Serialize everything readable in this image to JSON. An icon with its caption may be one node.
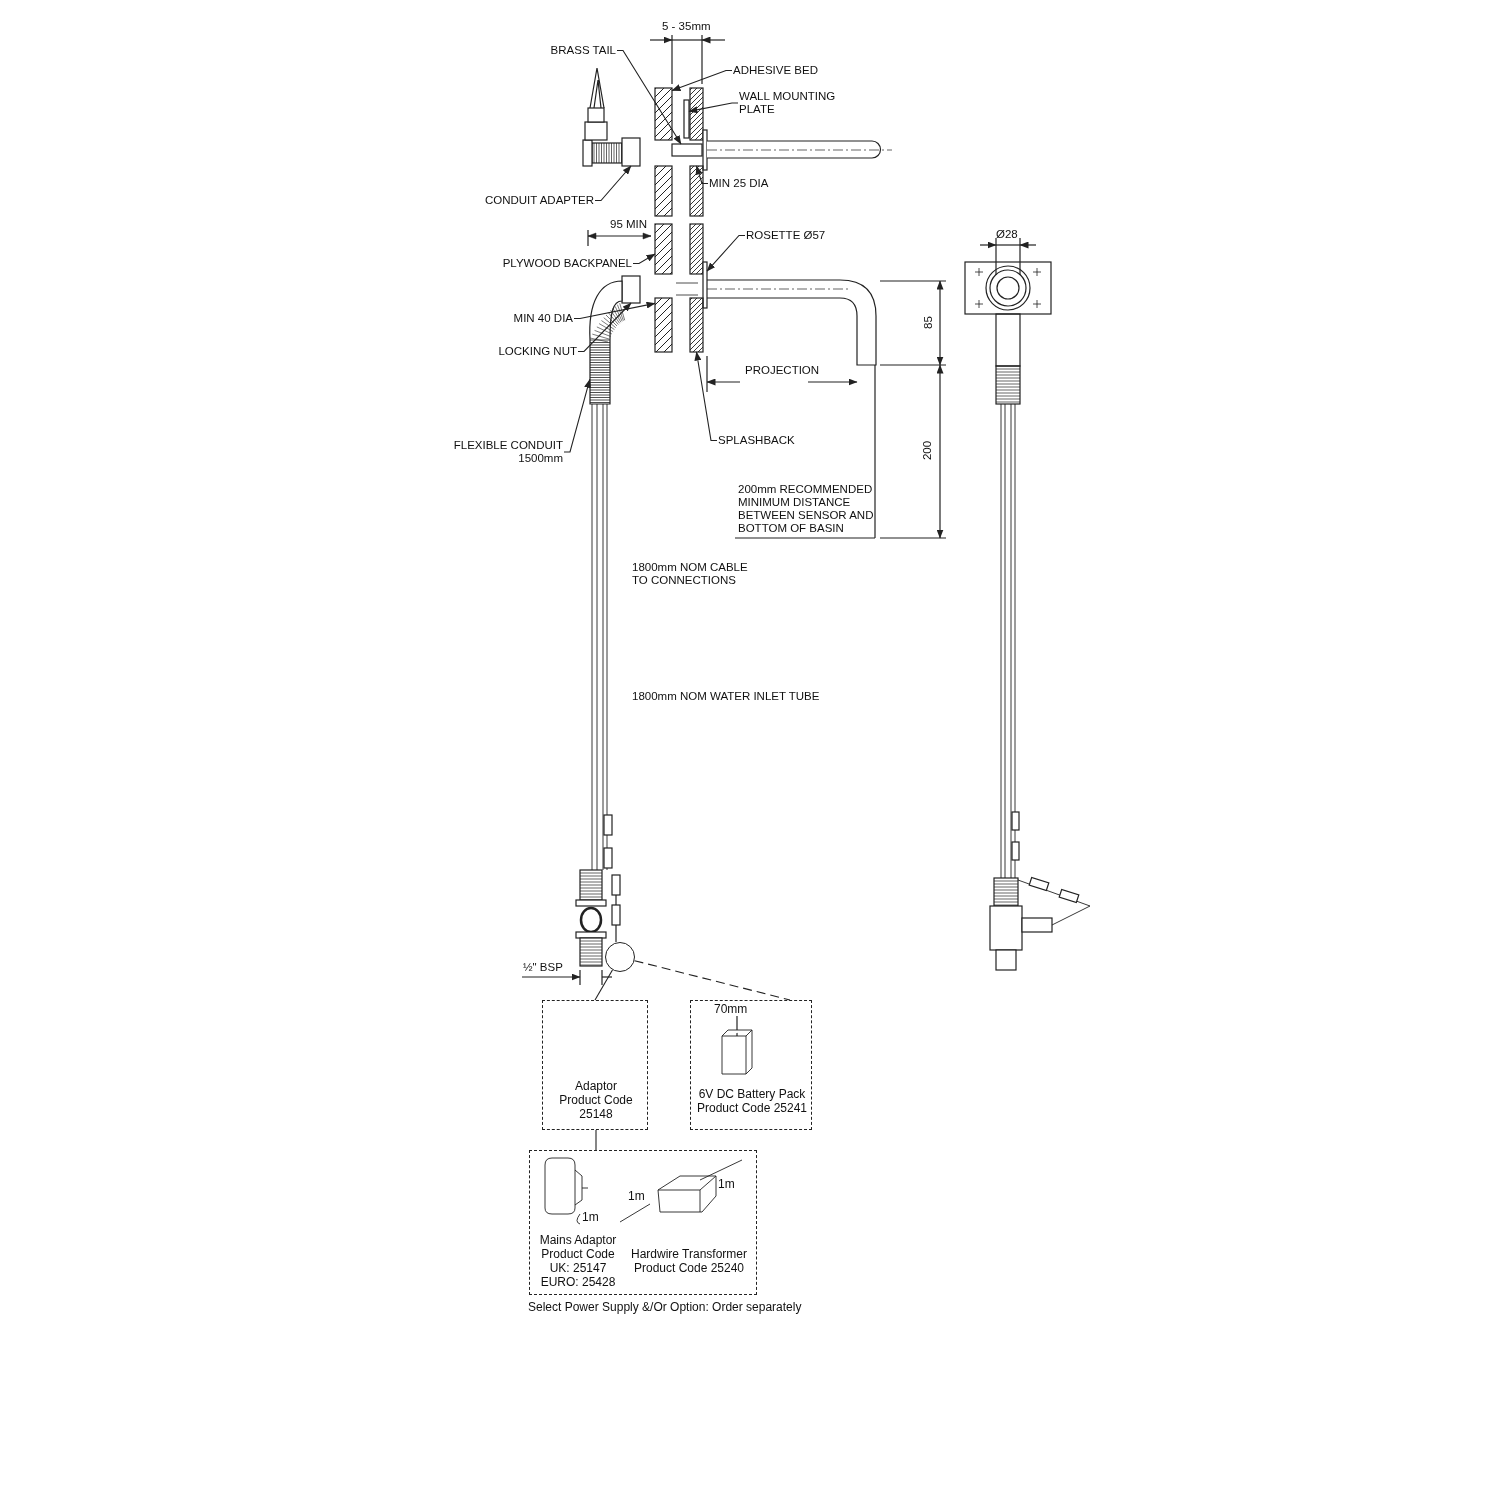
{
  "diagram": {
    "caption": "Select Power Supply &/Or Option: Order separately",
    "nodes": [
      {
        "text": [
          "BRASS TAIL"
        ]
      },
      {
        "text": [
          "ADHESIVE BED"
        ]
      },
      {
        "text": [
          "WALL MOUNTING PLATE"
        ]
      },
      {
        "text": [
          "CONDUIT ADAPTER"
        ]
      },
      {
        "text": [
          "MIN 25 DIA"
        ]
      },
      {
        "text": [
          "ROSETTE Ø57"
        ]
      },
      {
        "text": [
          "PLYWOOD BACKPANEL"
        ]
      },
      {
        "text": [
          "MIN 40 DIA"
        ]
      },
      {
        "text": [
          "LOCKING NUT"
        ]
      },
      {
        "text": [
          "FLEXIBLE CONDUIT 1500mm"
        ]
      },
      {
        "text": [
          "SPLASHBACK"
        ]
      },
      {
        "text": [],
        "shape": "circle"
      },
      {
        "text": [
          "Adaptor Product Code 25148"
        ]
      },
      {
        "text": [
          "6V DC Battery Pack Product Code 25241"
        ]
      },
      {
        "text": [
          "Mains Adaptor Product Code UK: 25147 EURO: 25428",
          "Hardwire Transformer Product Code 25240"
        ]
      },
      {
        "text": [],
        "shape": "bar"
      },
      {
        "text": [],
        "shape": "box"
      },
      {
        "text": [],
        "shape": "bar"
      },
      {
        "text": [],
        "shape": "box"
      },
      {
        "text": [],
        "shape": "box"
      },
      {
        "text": [],
        "shape": "bar"
      },
      {
        "text": [],
        "shape": "box"
      },
      {
        "text": [],
        "shape": "box"
      },
      {
        "text": [],
        "shape": "box"
      },
      {
        "text": [],
        "shape": "cylinder"
      },
      {
        "text": [],
        "shape": "box"
      }
    ],
    "edges": [
      {
        "from": 0,
        "to": 15,
        "arrow": "to"
      },
      {
        "from": 1,
        "to": 16,
        "arrow": "to"
      },
      {
        "from": 2,
        "to": 17,
        "arrow": "to"
      },
      {
        "from": 3,
        "to": 18,
        "arrow": "to"
      },
      {
        "from": 4,
        "to": 19,
        "arrow": "to"
      },
      {
        "from": 5,
        "to": 20,
        "arrow": "to"
      },
      {
        "from": 6,
        "to": 21,
        "arrow": "to"
      },
      {
        "from": 7,
        "to": 22,
        "arrow": "to"
      },
      {
        "from": 8,
        "to": 23,
        "arrow": "to"
      },
      {
        "from": 9,
        "to": 24,
        "arrow": "to"
      },
      {
        "from": 10,
        "to": 25,
        "arrow": "to"
      },
      {
        "from": 11,
        "to": 12,
        "arrow": "none"
      },
      {
        "from": 11,
        "to": 13,
        "arrow": "none",
        "style": "dashed"
      },
      {
        "from": 12,
        "to": 14,
        "arrow": "none"
      }
    ],
    "labels": [
      "5 - 35mm",
      "95 MIN",
      "PROJECTION",
      "85",
      "200",
      "200mm RECOMMENDED MINIMUM DISTANCE BETWEEN SENSOR AND BOTTOM OF BASIN",
      "Ø28",
      "1800mm NOM CABLE TO CONNECTIONS",
      "1800mm NOM WATER INLET TUBE",
      "½\" BSP",
      "70mm",
      "1m",
      "1m",
      "1m"
    ]
  }
}
